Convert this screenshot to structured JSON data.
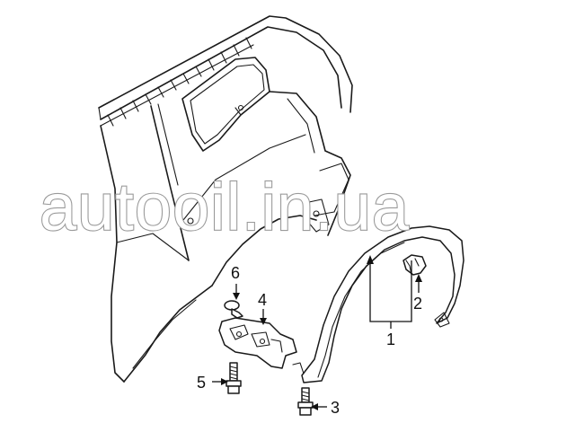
{
  "callouts": {
    "c1": "1",
    "c2": "2",
    "c3": "3",
    "c4": "4",
    "c5": "5",
    "c6": "6"
  },
  "watermark": "autooil.in.ua"
}
